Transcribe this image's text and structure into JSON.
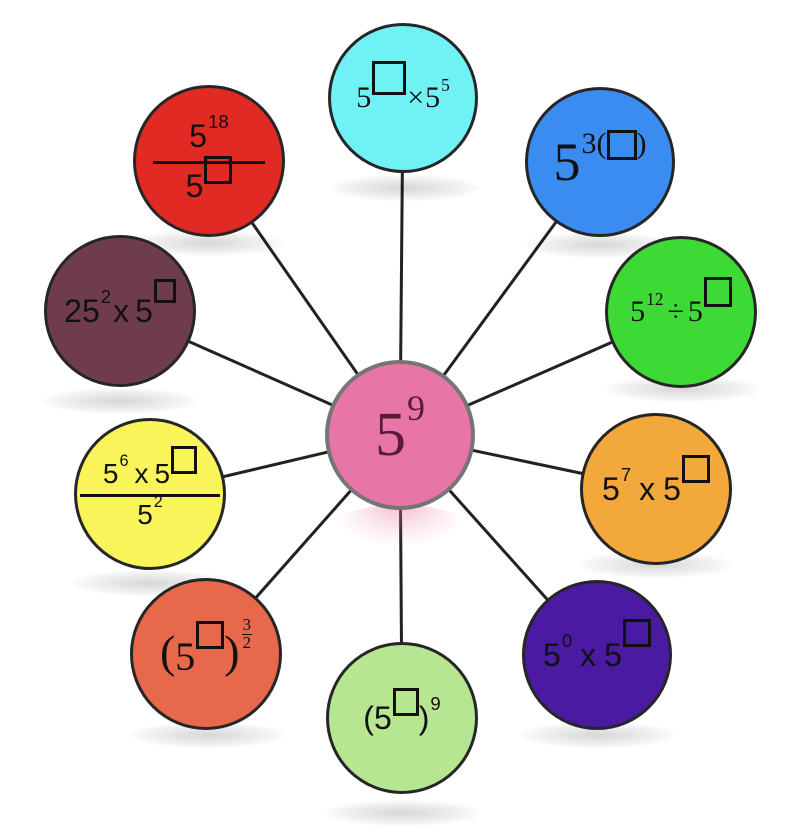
{
  "hub": {
    "base": "5",
    "exponent": "9",
    "color": "#e775a6"
  },
  "nodes": [
    {
      "id": "top",
      "color": "#70f2f5",
      "base1": "5",
      "op": "×",
      "base2": "5",
      "exp2": "5"
    },
    {
      "id": "top-right",
      "color": "#3a8cf0",
      "base": "5",
      "exp_prefix": "3(",
      "exp_suffix": ")"
    },
    {
      "id": "right-upper",
      "color": "#3dd934",
      "base1": "5",
      "exp1": "12",
      "op": "÷",
      "base2": "5"
    },
    {
      "id": "right",
      "color": "#f3a83b",
      "base1": "5",
      "exp1": "7",
      "op": "x",
      "base2": "5"
    },
    {
      "id": "bottom-right",
      "color": "#4a1aa3",
      "base1": "5",
      "exp1": "0",
      "op": "x",
      "base2": "5"
    },
    {
      "id": "bottom",
      "color": "#b6e691",
      "open": "(",
      "base": "5",
      "close": ")",
      "outer_exp": "9"
    },
    {
      "id": "bottom-left",
      "color": "#e8684b",
      "open": "(",
      "base": "5",
      "close": ")",
      "exp_num": "3",
      "exp_den": "2"
    },
    {
      "id": "left",
      "color": "#f8f45a",
      "num_base1": "5",
      "num_exp1": "6",
      "op": "x",
      "num_base2": "5",
      "den_base": "5",
      "den_exp": "2"
    },
    {
      "id": "left-upper",
      "color": "#6f3c4f",
      "base1": "25",
      "exp1": "2",
      "op": "x",
      "base2": "5"
    },
    {
      "id": "top-left",
      "color": "#e22a25",
      "num_base": "5",
      "num_exp": "18",
      "den_base": "5"
    }
  ]
}
